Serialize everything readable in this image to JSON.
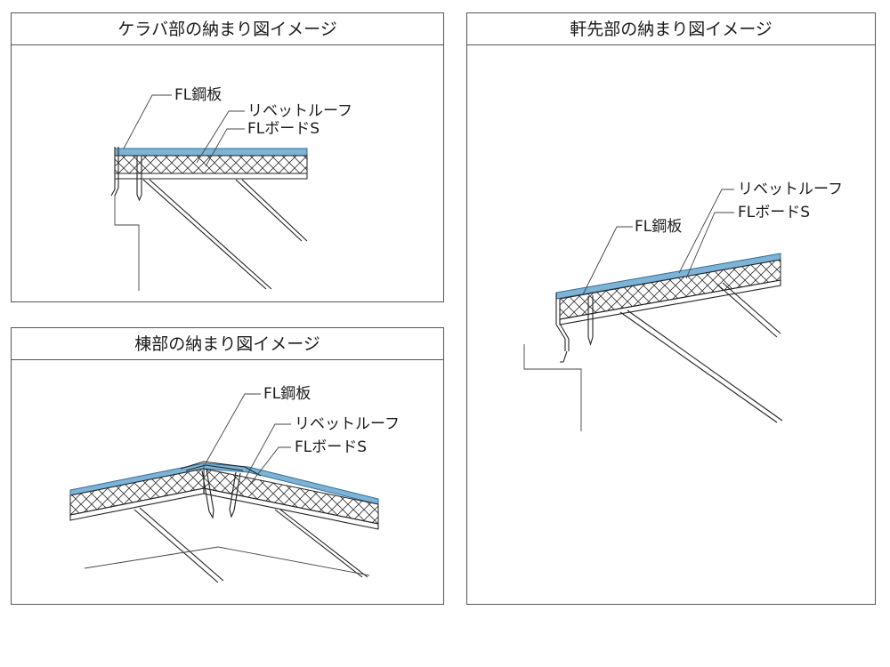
{
  "colors": {
    "steel": "#7fb3d6",
    "line": "#222222"
  },
  "panels": {
    "keraba": {
      "title": "ケラバ部の納まり図イメージ",
      "labels": {
        "steel": "FL鋼板",
        "rivet": "リベットルーフ",
        "board": "FLボードS"
      }
    },
    "mune": {
      "title": "棟部の納まり図イメージ",
      "labels": {
        "steel": "FL鋼板",
        "rivet": "リベットルーフ",
        "board": "FLボードS"
      }
    },
    "nokisaki": {
      "title": "軒先部の納まり図イメージ",
      "labels": {
        "steel": "FL鋼板",
        "rivet": "リベットルーフ",
        "board": "FLボードS"
      }
    }
  }
}
